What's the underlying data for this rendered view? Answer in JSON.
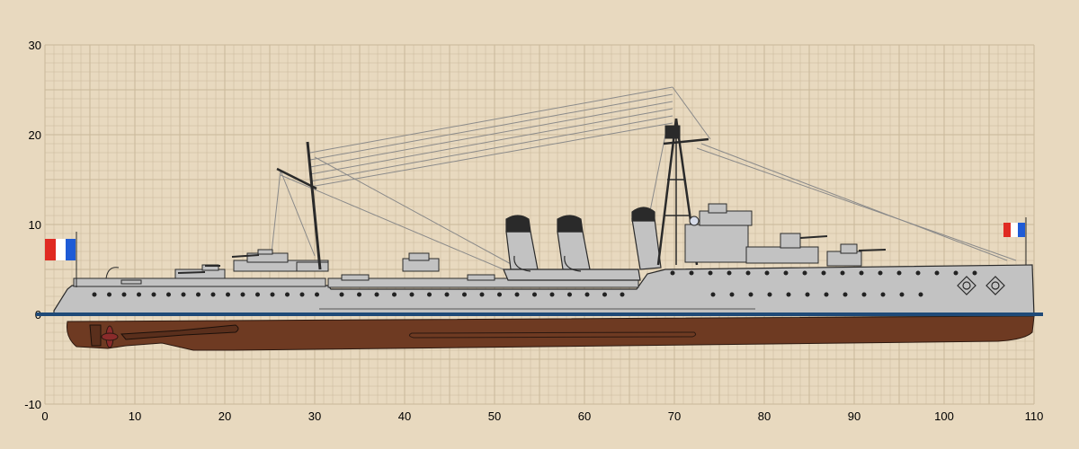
{
  "axes": {
    "x_ticks": [
      "0",
      "10",
      "20",
      "30",
      "40",
      "50",
      "60",
      "70",
      "80",
      "90",
      "100",
      "110"
    ],
    "y_ticks": [
      "30",
      "20",
      "10",
      "0",
      "-10"
    ],
    "x_range": [
      0,
      110
    ],
    "y_range": [
      -10,
      30
    ],
    "grid": true
  },
  "colors": {
    "background": "#e8d9bf",
    "grid": "#c9b89a",
    "hull": "#bfbfbf",
    "bottom": "#6e3a22",
    "waterline": "#1f4a78",
    "flag_blue": "#1e5bd6",
    "flag_red": "#e02a22"
  },
  "flags": [
    "flag-stern",
    "flag-bow"
  ],
  "icons": [
    "ship-profile",
    "propeller-icon",
    "rudder-icon",
    "crest-icon"
  ]
}
